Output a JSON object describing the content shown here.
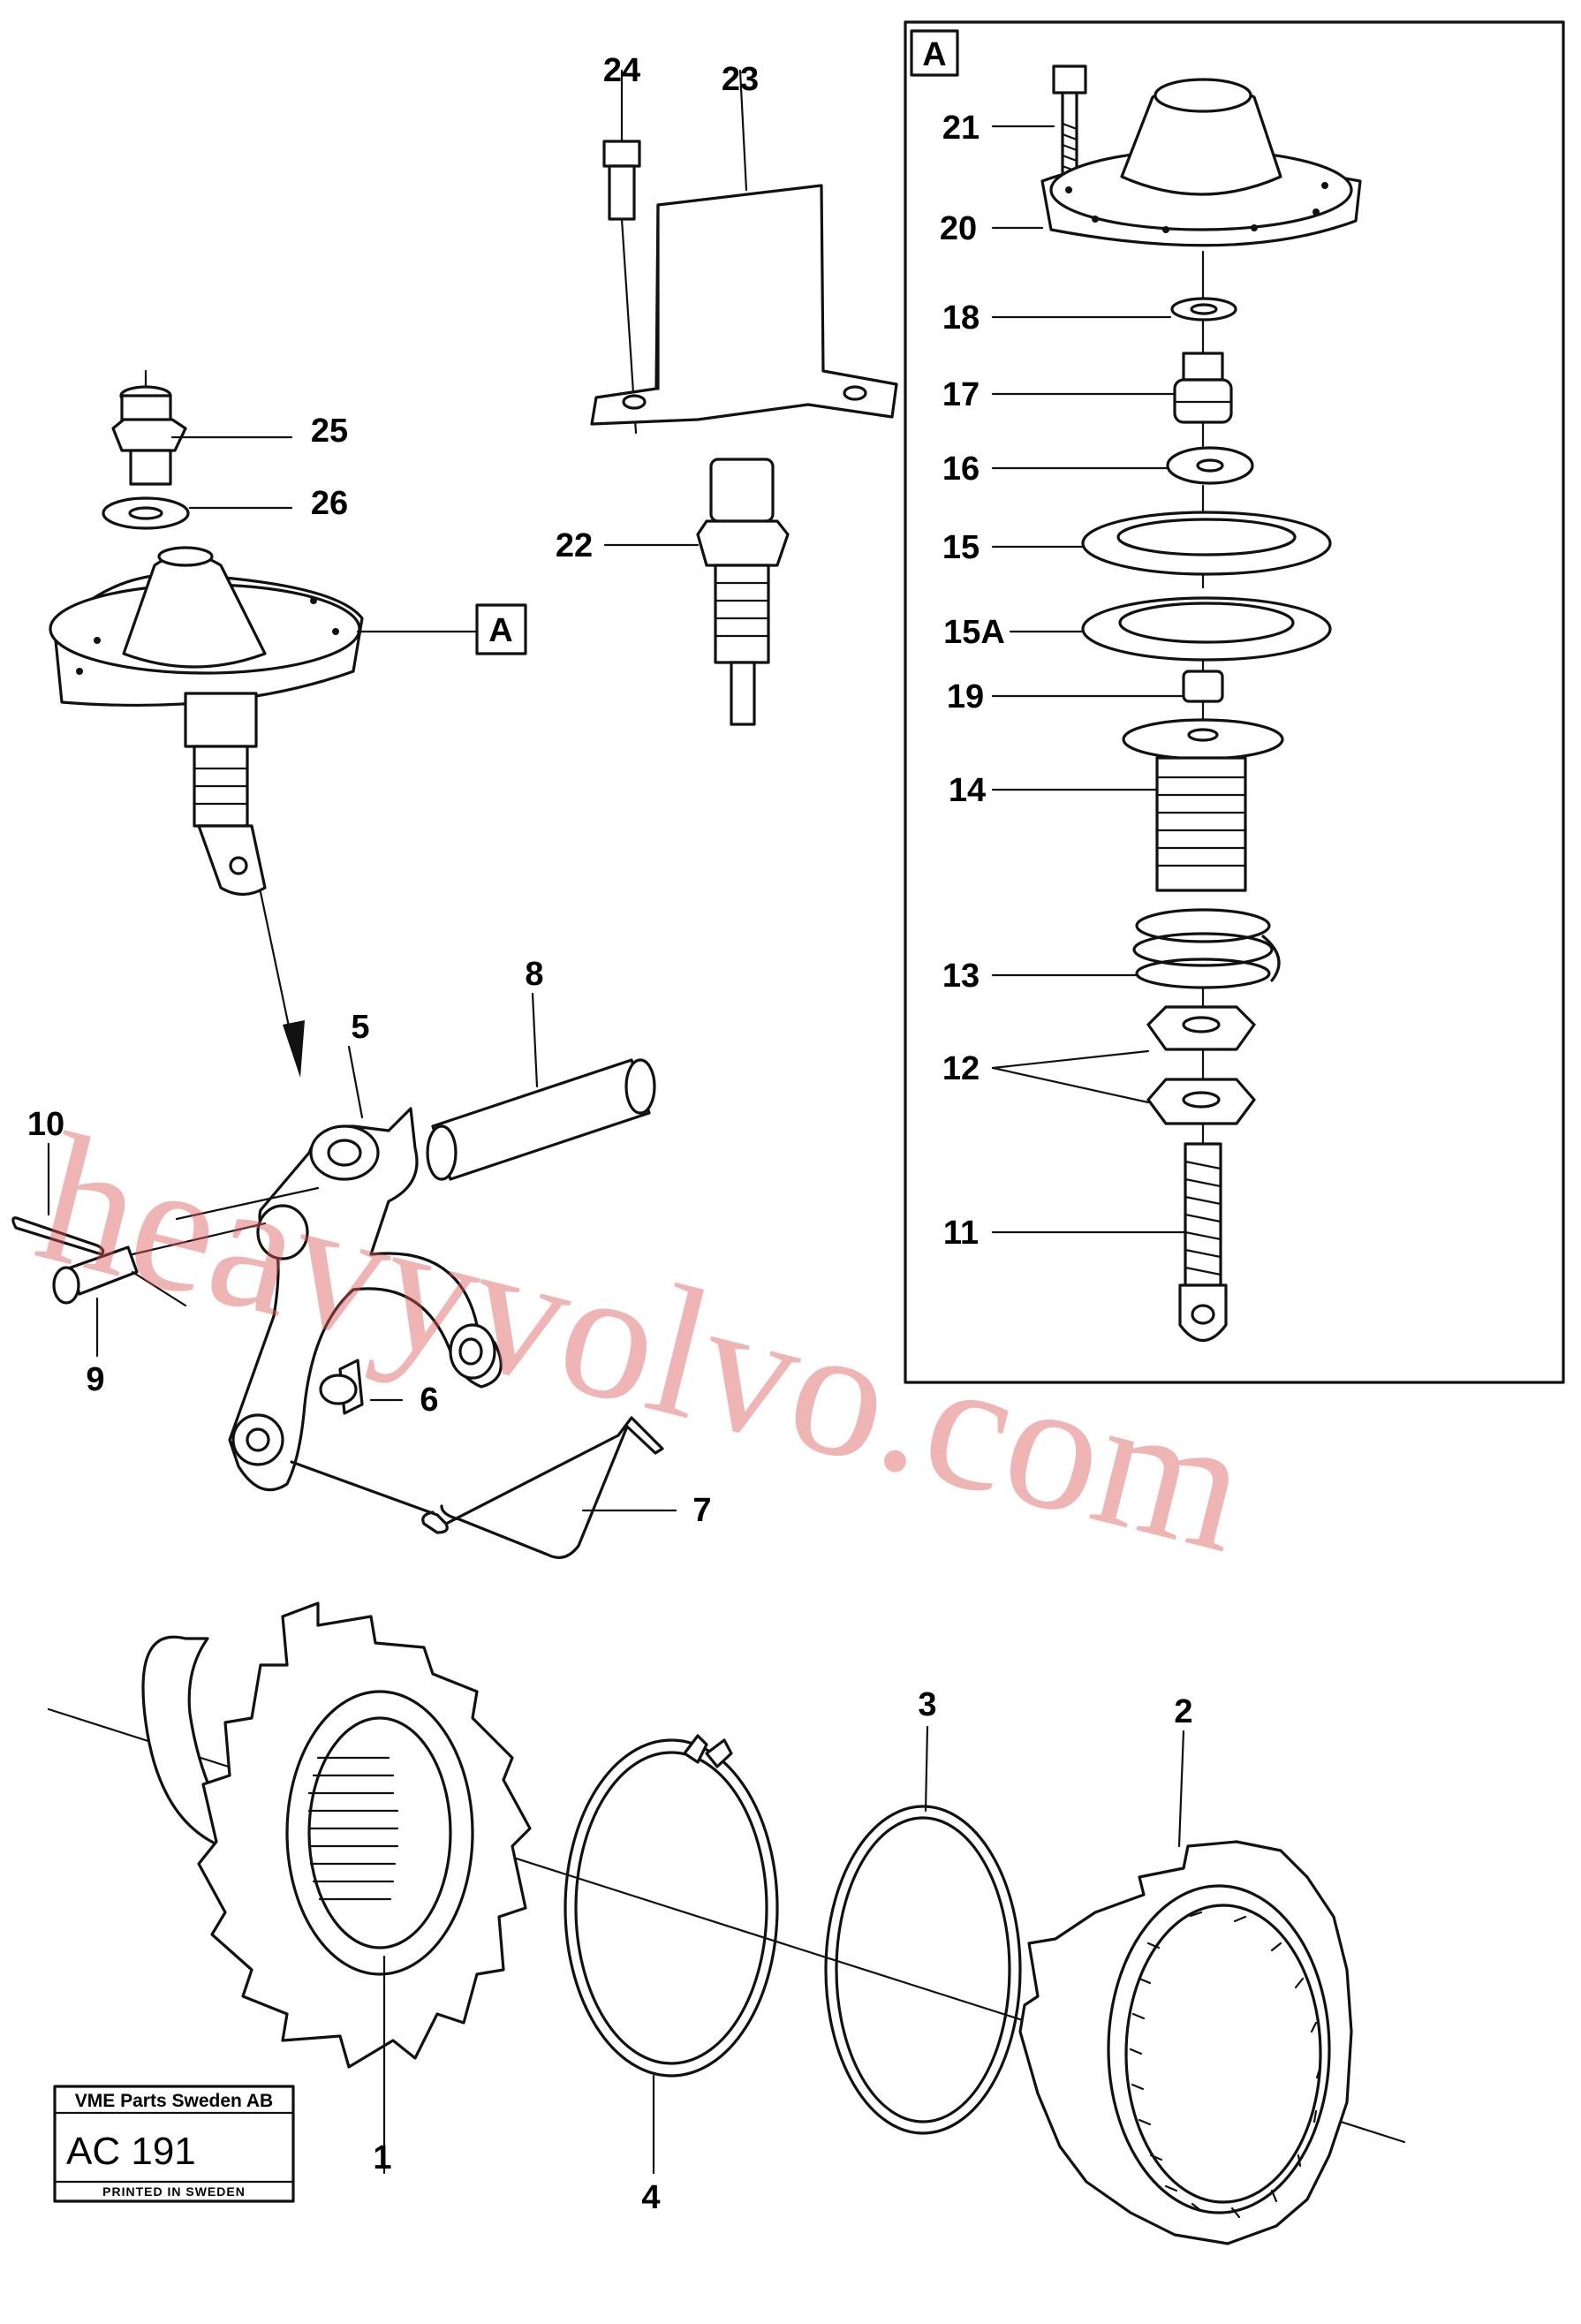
{
  "callouts": {
    "c1": "1",
    "c2": "2",
    "c3": "3",
    "c4": "4",
    "c5": "5",
    "c6": "6",
    "c7": "7",
    "c8": "8",
    "c9": "9",
    "c10": "10",
    "c11": "11",
    "c12": "12",
    "c13": "13",
    "c14": "14",
    "c15": "15",
    "c15a": "15A",
    "c16": "16",
    "c17": "17",
    "c18": "18",
    "c19": "19",
    "c20": "20",
    "c21": "21",
    "c22": "22",
    "c23": "23",
    "c24": "24",
    "c25": "25",
    "c26": "26"
  },
  "detail": {
    "box_label": "A",
    "ref_label": "A"
  },
  "watermark": "heavyvolvo.com",
  "plate": {
    "company": "VME Parts Sweden AB",
    "code": "AC 191",
    "printed": "PRINTED IN SWEDEN"
  }
}
